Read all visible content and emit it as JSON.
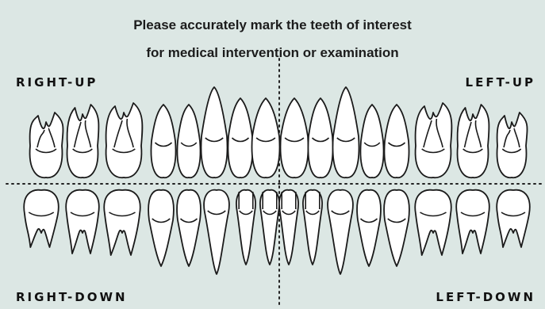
{
  "instructions": {
    "line1": "Please accurately mark the teeth of interest",
    "line2": "for medical intervention or examination"
  },
  "quadrants": {
    "right_up": "RIGHT-UP",
    "left_up": "LEFT-UP",
    "right_down": "RIGHT-DOWN",
    "left_down": "LEFT-DOWN"
  },
  "colors": {
    "background": "#dce7e4",
    "outline": "#1a1a1a",
    "tooth_fill": "#ffffff"
  },
  "teeth": {
    "upper": [
      "molar-3",
      "molar-2",
      "molar-1",
      "premolar-2",
      "premolar-1",
      "canine",
      "incisor-lateral",
      "incisor-central",
      "incisor-central",
      "incisor-lateral",
      "canine",
      "premolar-1",
      "premolar-2",
      "molar-1",
      "molar-2",
      "molar-3"
    ],
    "lower": [
      "molar-3",
      "molar-2",
      "molar-1",
      "premolar-2",
      "premolar-1",
      "canine",
      "incisor-lateral",
      "incisor-central",
      "incisor-central",
      "incisor-lateral",
      "canine",
      "premolar-1",
      "premolar-2",
      "molar-1",
      "molar-2",
      "molar-3"
    ]
  }
}
